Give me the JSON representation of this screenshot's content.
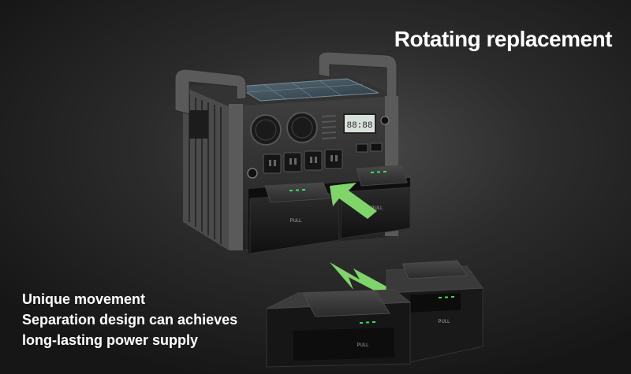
{
  "headline": "Rotating replacement",
  "features": [
    "Unique movement",
    "Separation design can achieves",
    "long-lasting power supply"
  ],
  "product_labels": {
    "battery_pull": "PULL",
    "display_readout": "88:88"
  },
  "colors": {
    "accent_arrow": "#7fd46a",
    "indicator_led": "#37e05a",
    "body_dark": "#1d1d1d",
    "body_mid": "#3a3a3a"
  },
  "icons": [
    "solar-panel",
    "speaker-grille",
    "ac-socket",
    "power-button",
    "arrow-insert",
    "arrow-remove"
  ]
}
